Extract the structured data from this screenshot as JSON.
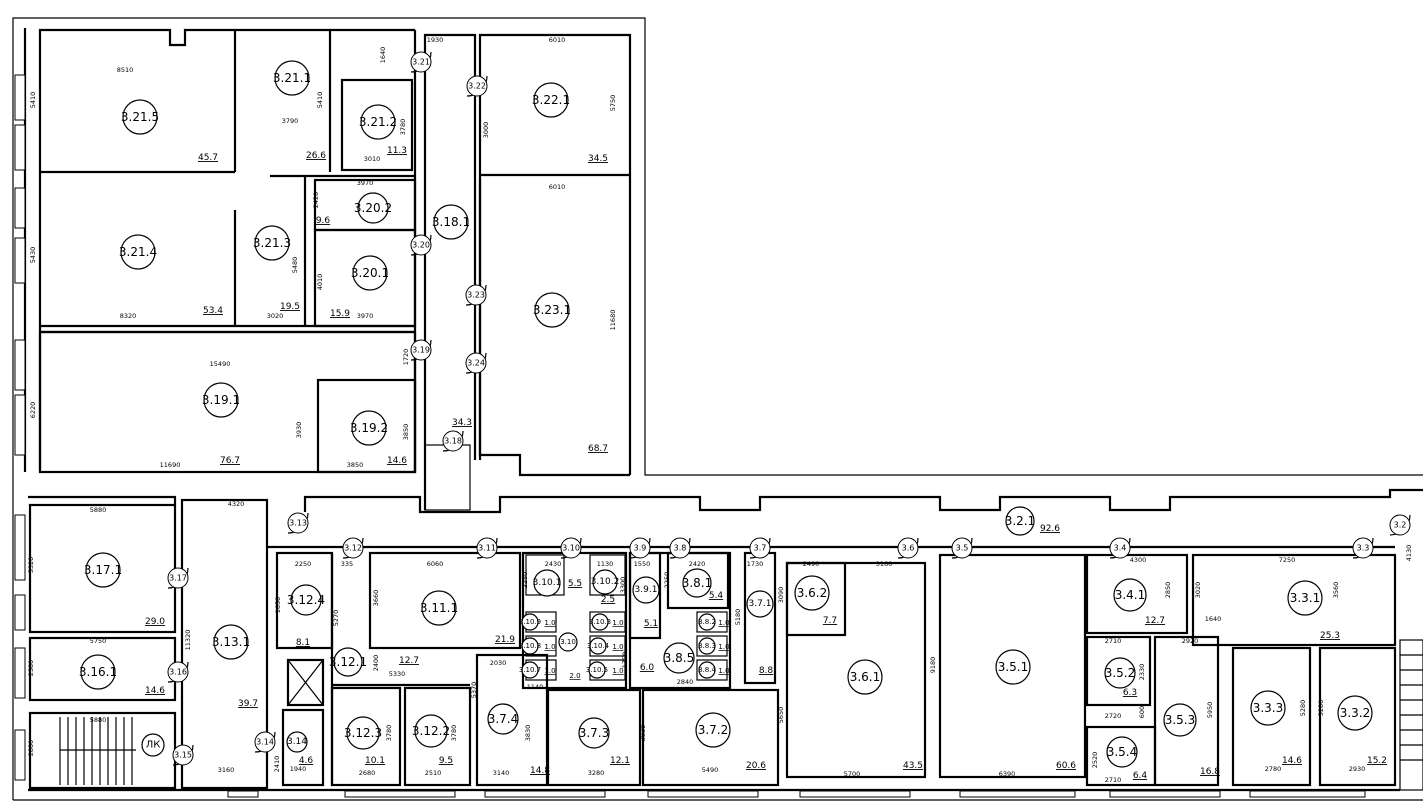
{
  "rooms": [
    {
      "id": "3.21.5",
      "area": "45.7"
    },
    {
      "id": "3.21.1",
      "area": "26.6"
    },
    {
      "id": "3.21.2",
      "area": "11.3"
    },
    {
      "id": "3.21.4",
      "area": "53.4"
    },
    {
      "id": "3.21.3",
      "area": "19.5"
    },
    {
      "id": "3.20.2",
      "area": "9.6"
    },
    {
      "id": "3.20.1",
      "area": "15.9"
    },
    {
      "id": "3.19.1",
      "area": "76.7"
    },
    {
      "id": "3.19.2",
      "area": "14.6"
    },
    {
      "id": "3.18.1",
      "area": "34.3"
    },
    {
      "id": "3.22.1",
      "area": "34.5"
    },
    {
      "id": "3.23.1",
      "area": "68.7"
    },
    {
      "id": "3.2.1",
      "area": "92.6"
    },
    {
      "id": "3.17.1",
      "area": "29.0"
    },
    {
      "id": "3.16.1",
      "area": "14.6"
    },
    {
      "id": "3.13.1",
      "area": "39.7"
    },
    {
      "id": "3.12.4",
      "area": "8.1"
    },
    {
      "id": "3.14",
      "area": "4.6"
    },
    {
      "id": "3.12.1",
      "area": "12.7"
    },
    {
      "id": "3.11.1",
      "area": "21.9"
    },
    {
      "id": "3.12.3",
      "area": "10.1"
    },
    {
      "id": "3.12.2",
      "area": "9.5"
    },
    {
      "id": "3.7.4",
      "area": "14.8"
    },
    {
      "id": "3.7.3",
      "area": "12.1"
    },
    {
      "id": "3.10.1",
      "area": "5.5"
    },
    {
      "id": "3.10.2",
      "area": "2.5"
    },
    {
      "id": "3.10.9",
      "area": "1.0"
    },
    {
      "id": "3.10.8",
      "area": "1.0"
    },
    {
      "id": "3.10.7",
      "area": "1.0"
    },
    {
      "id": "3.10.3",
      "area": "1.0"
    },
    {
      "id": "3.10.4",
      "area": "1.0"
    },
    {
      "id": "3.10.5",
      "area": "1.0"
    },
    {
      "id": "3.10",
      "area": "2.0"
    },
    {
      "id": "3.9.1",
      "area": "5.1"
    },
    {
      "id": "3.8.1",
      "area": "5.4"
    },
    {
      "id": "3.8.2",
      "area": "1.0"
    },
    {
      "id": "3.8.3",
      "area": "1.0"
    },
    {
      "id": "3.8.4",
      "area": "1.0"
    },
    {
      "id": "3.8.5",
      "area": "6.0"
    },
    {
      "id": "3.7.1",
      "area": "8.8"
    },
    {
      "id": "3.7.2",
      "area": "20.6"
    },
    {
      "id": "3.6.2",
      "area": "7.7"
    },
    {
      "id": "3.6.1",
      "area": "43.5"
    },
    {
      "id": "3.5.1",
      "area": "60.6"
    },
    {
      "id": "3.4.1",
      "area": "12.7"
    },
    {
      "id": "3.3.1",
      "area": "25.3"
    },
    {
      "id": "3.5.2",
      "area": "6.3"
    },
    {
      "id": "3.5.4",
      "area": "6.4"
    },
    {
      "id": "3.5.3",
      "area": "16.8"
    },
    {
      "id": "3.3.3",
      "area": "14.6"
    },
    {
      "id": "3.3.2",
      "area": "15.2"
    }
  ],
  "door_tags": [
    "3.21",
    "3.22",
    "3.20",
    "3.23",
    "3.19",
    "3.24",
    "3.18",
    "3.13",
    "3.17",
    "3.16",
    "3.15",
    "3.14",
    "3.12",
    "3.11",
    "3.10",
    "3.9",
    "3.8",
    "3.7",
    "3.6",
    "3.5",
    "3.4",
    "3.3",
    "3.2"
  ],
  "stair_label": "ЛК",
  "dimensions": [
    "8510",
    "5410",
    "3790",
    "5410",
    "1640",
    "3780",
    "3010",
    "1930",
    "6010",
    "5750",
    "3000",
    "6010",
    "11680",
    "3970",
    "2420",
    "5430",
    "5480",
    "4010",
    "8320",
    "3020",
    "3970",
    "15490",
    "1720",
    "6220",
    "3930",
    "3850",
    "11690",
    "3850",
    "5880",
    "4320",
    "5320",
    "11320",
    "5750",
    "2580",
    "5880",
    "2800",
    "3160",
    "2250",
    "335",
    "6060",
    "1650",
    "5270",
    "3660",
    "2400",
    "5330",
    "2030",
    "3780",
    "3780",
    "5370",
    "3830",
    "3830",
    "2680",
    "2510",
    "1940",
    "2410",
    "3140",
    "3280",
    "5490",
    "2430",
    "1130",
    "1550",
    "2420",
    "1730",
    "2250",
    "3300",
    "2250",
    "5180",
    "1750",
    "2840",
    "1140",
    "2490",
    "3160",
    "3090",
    "5650",
    "9180",
    "5700",
    "6390",
    "4300",
    "7250",
    "2850",
    "3020",
    "3560",
    "1640",
    "2710",
    "2920",
    "2330",
    "5950",
    "2720",
    "600",
    "2520",
    "2710",
    "5280",
    "5280",
    "2780",
    "2930",
    "4130"
  ]
}
